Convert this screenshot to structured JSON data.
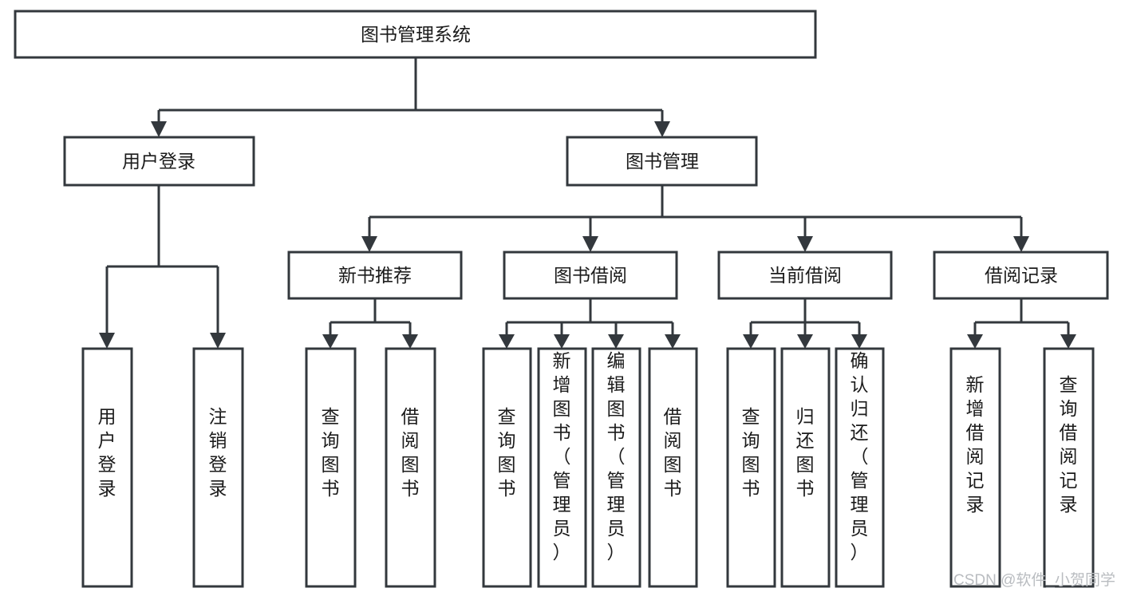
{
  "diagram": {
    "type": "tree-hierarchy-chart",
    "title": "图书管理系统",
    "root": {
      "id": "root",
      "label": "图书管理系统"
    },
    "level2": [
      {
        "id": "user-login",
        "label": "用户登录"
      },
      {
        "id": "book-manage",
        "label": "图书管理"
      }
    ],
    "level3": [
      {
        "id": "new-book-recommend",
        "label": "新书推荐",
        "parent": "book-manage"
      },
      {
        "id": "book-borrow",
        "label": "图书借阅",
        "parent": "book-manage"
      },
      {
        "id": "current-borrow",
        "label": "当前借阅",
        "parent": "book-manage"
      },
      {
        "id": "borrow-record",
        "label": "借阅记录",
        "parent": "book-manage"
      }
    ],
    "leaves": [
      {
        "id": "leaf-user-login",
        "label": "用户登录",
        "parent": "user-login"
      },
      {
        "id": "leaf-logout",
        "label": "注销登录",
        "parent": "user-login"
      },
      {
        "id": "leaf-query-book-1",
        "label": "查询图书",
        "parent": "new-book-recommend"
      },
      {
        "id": "leaf-borrow-book-1",
        "label": "借阅图书",
        "parent": "new-book-recommend"
      },
      {
        "id": "leaf-query-book-2",
        "label": "查询图书",
        "parent": "book-borrow"
      },
      {
        "id": "leaf-add-book",
        "label": "新增图书（管理员）",
        "parent": "book-borrow"
      },
      {
        "id": "leaf-edit-book",
        "label": "编辑图书（管理员）",
        "parent": "book-borrow"
      },
      {
        "id": "leaf-borrow-book-2",
        "label": "借阅图书",
        "parent": "book-borrow"
      },
      {
        "id": "leaf-query-book-3",
        "label": "查询图书",
        "parent": "current-borrow"
      },
      {
        "id": "leaf-return-book",
        "label": "归还图书",
        "parent": "current-borrow"
      },
      {
        "id": "leaf-confirm-return",
        "label": "确认归还（管理员）",
        "parent": "current-borrow"
      },
      {
        "id": "leaf-add-record",
        "label": "新增借阅记录",
        "parent": "borrow-record"
      },
      {
        "id": "leaf-query-record",
        "label": "查询借阅记录",
        "parent": "borrow-record"
      }
    ],
    "colors": {
      "stroke": "#33383d",
      "fill": "#ffffff",
      "text": "#1b1b1b",
      "watermark": "#b9bcc0"
    }
  },
  "watermark": {
    "text": "CSDN @软件_小贺同学"
  }
}
